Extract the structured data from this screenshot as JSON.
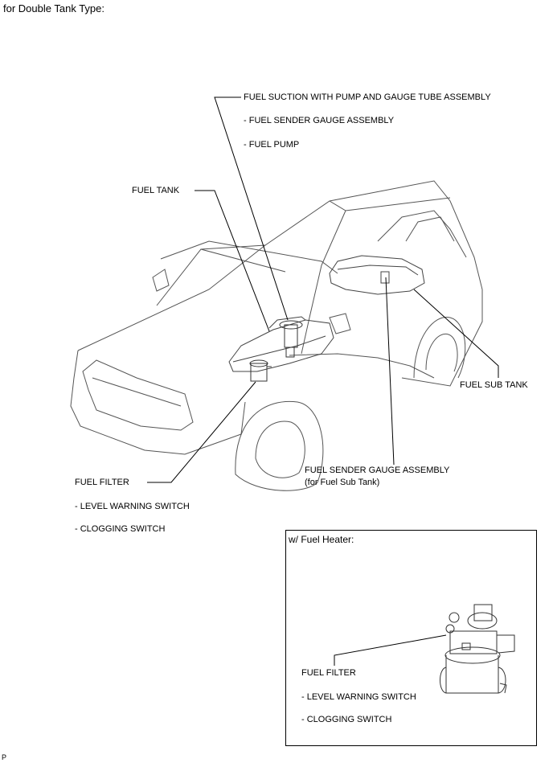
{
  "header": {
    "title": "for Double Tank Type:"
  },
  "labels": {
    "suction_assembly": "FUEL SUCTION WITH PUMP AND GAUGE TUBE ASSEMBLY",
    "sender_gauge_assembly": "- FUEL SENDER GAUGE ASSEMBLY",
    "fuel_pump": "- FUEL PUMP",
    "fuel_tank": "FUEL TANK",
    "fuel_sub_tank": "FUEL SUB TANK",
    "sub_tank_sender": "FUEL SENDER GAUGE ASSEMBLY",
    "sub_tank_sender_note": "(for Fuel Sub Tank)",
    "fuel_filter": "FUEL FILTER",
    "level_warning_switch": "- LEVEL WARNING SWITCH",
    "clogging_switch": "- CLOGGING SWITCH"
  },
  "inset": {
    "title": "w/ Fuel Heater:",
    "fuel_filter": "FUEL FILTER",
    "level_warning_switch": "- LEVEL WARNING SWITCH",
    "clogging_switch": "- CLOGGING SWITCH"
  },
  "footer": {
    "code": "P"
  }
}
